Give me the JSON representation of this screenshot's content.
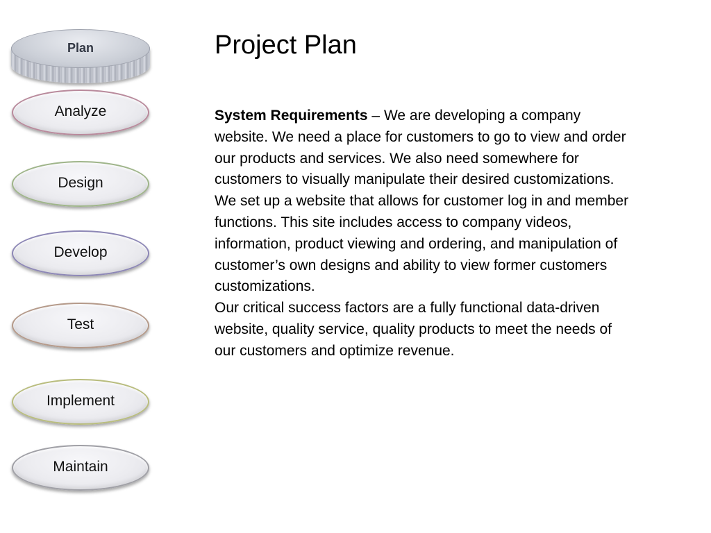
{
  "slide": {
    "title": "Project Plan",
    "nav": {
      "selected": "Plan",
      "items": [
        {
          "label": "Plan"
        },
        {
          "label": "Analyze"
        },
        {
          "label": "Design"
        },
        {
          "label": "Develop"
        },
        {
          "label": "Test"
        },
        {
          "label": "Implement"
        },
        {
          "label": "Maintain"
        }
      ]
    },
    "content": {
      "term": "System Requirements",
      "intro": " – We are developing a company website. We need a place for customers to go to view and order our products and services. We also need somewhere for customers to visually manipulate their desired customizations. We set up a website that allows for customer log in and member functions. This site includes access to company videos, information, product viewing and ordering, and manipulation of customer’s own designs and ability to view former customers customizations.",
      "success_factors": "Our critical success factors are a fully functional data-driven website, quality service, quality products to meet the needs of our customers and optimize revenue."
    },
    "colors": {
      "analyze_border": "#b98a9c",
      "design_border": "#9fb58a",
      "develop_border": "#8d87b6",
      "test_border": "#b59a8a",
      "implement_border": "#b9bd7e",
      "maintain_border": "#a0a0a6",
      "plan_disc": "#c9ccd4"
    }
  }
}
